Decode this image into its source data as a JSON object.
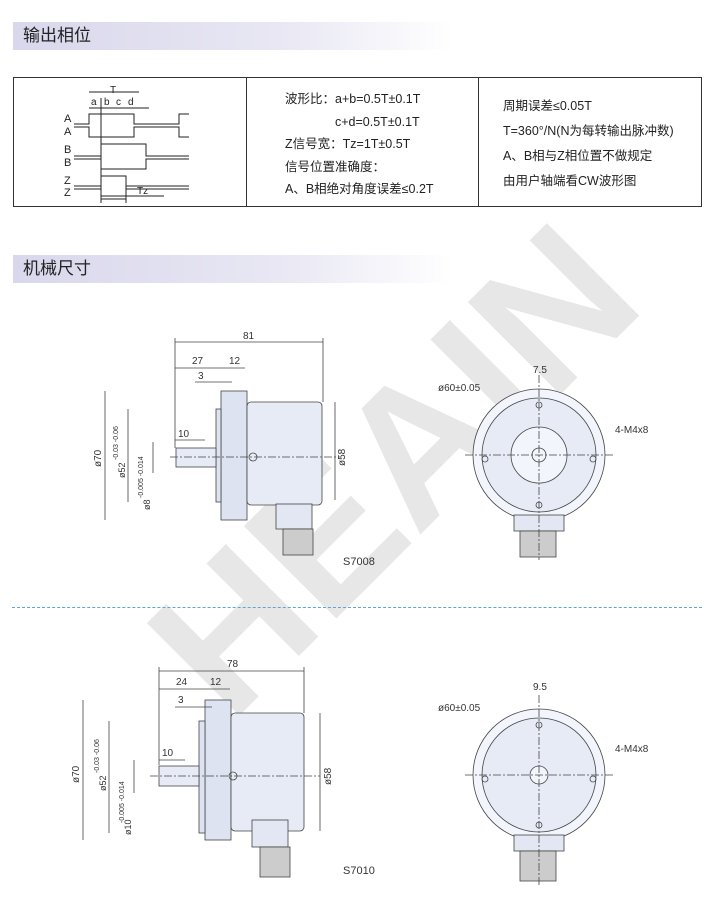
{
  "sections": {
    "phase_title": "输出相位",
    "mech_title": "机械尺寸"
  },
  "waveform": {
    "T": "T",
    "a": "a",
    "b": "b",
    "c": "c",
    "d": "d",
    "A": "A",
    "Abar": "A",
    "B": "B",
    "Bbar": "B",
    "Z": "Z",
    "Zbar": "Z",
    "Tz": "Tz"
  },
  "specs_col2": [
    "波形比：a+b=0.5T±0.1T",
    "c+d=0.5T±0.1T",
    "Z信号宽：Tz=1T±0.5T",
    "信号位置准确度：",
    "A、B相绝对角度误差≤0.2T"
  ],
  "specs_col3": [
    "周期误差≤0.05T",
    "T=360°/N(N为每转输出脉冲数)",
    "A、B相与Z相位置不做规定",
    "由用户轴端看CW波形图"
  ],
  "watermark": "HEAIN",
  "drawings": [
    {
      "model": "S7008",
      "total": "81",
      "d27": "27",
      "d12": "12",
      "d3": "3",
      "d10": "10",
      "d70": "ø70",
      "d52": "ø52",
      "d52tol": "-0.03 -0.06",
      "shaft": "ø8",
      "shafttol": "-0.005 -0.014",
      "d58": "ø58",
      "pcd": "ø60±0.05",
      "offset": "7.5",
      "holes": "4-M4x8"
    },
    {
      "model": "S7010",
      "total": "78",
      "d27": "24",
      "d12": "12",
      "d3": "3",
      "d10": "10",
      "d70": "ø70",
      "d52": "ø52",
      "d52tol": "-0.03 -0.06",
      "shaft": "ø10",
      "shafttol": "-0.005 -0.014",
      "d58": "ø58",
      "pcd": "ø60±0.05",
      "offset": "9.5",
      "holes": "4-M4x8"
    }
  ]
}
